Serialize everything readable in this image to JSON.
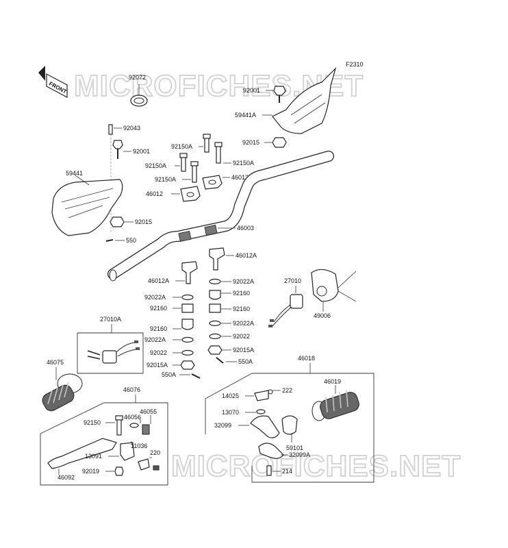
{
  "figure_code": "F2310",
  "watermark": "MICROFICHES.NET",
  "front_marker": "FRONT",
  "labels": {
    "p92072": "92072",
    "p92043": "92043",
    "p92001_left": "92001",
    "p59441": "59441",
    "p92015_left": "92015",
    "p550": "550",
    "p92001_right": "92001",
    "p59441A": "59441A",
    "p92015_right": "92015",
    "p92150A_1": "92150A",
    "p92150A_2": "92150A",
    "p92150A_3": "92150A",
    "p92150A_4": "92150A",
    "p46012_1": "46012",
    "p46012_2": "46012",
    "p46003": "46003",
    "p46012A_1": "46012A",
    "p46012A_2": "46012A",
    "p92022A_1": "92022A",
    "p92022A_2": "92022A",
    "p92022A_3": "92022A",
    "p92022A_4": "92022A",
    "p92160_1": "92160",
    "p92160_2": "92160",
    "p92160_3": "92160",
    "p92160_4": "92160",
    "p92022_1": "92022",
    "p92022_2": "92022",
    "p92015A_1": "92015A",
    "p92015A_2": "92015A",
    "p550A_1": "550A",
    "p550A_2": "550A",
    "p27010": "27010",
    "p49006": "49006",
    "p27010A": "27010A",
    "p46075": "46075",
    "p46018": "46018",
    "p46019": "46019",
    "p14025": "14025",
    "p222": "222",
    "p13070": "13070",
    "p32099": "32099",
    "p59101": "59101",
    "p32099A": "32099A",
    "p214": "214",
    "p46076": "46076",
    "p46055": "46055",
    "p92150": "92150",
    "p46056": "46056",
    "p11036": "11036",
    "p13091": "13091",
    "p220": "220",
    "p92019": "92019",
    "p46092": "46092"
  }
}
